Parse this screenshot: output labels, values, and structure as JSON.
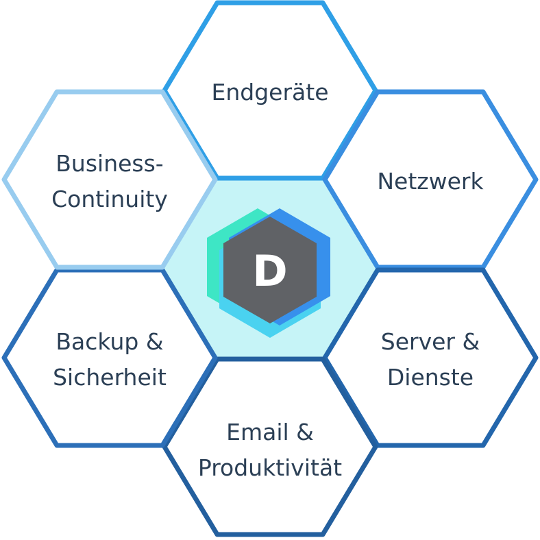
{
  "center": {
    "logo_letter": "D"
  },
  "segments": [
    {
      "id": "endgeraete",
      "lines": [
        "Endgeräte"
      ],
      "color": "#2f9fe6"
    },
    {
      "id": "netzwerk",
      "lines": [
        "Netzwerk"
      ],
      "color": "#3a8ee0"
    },
    {
      "id": "server",
      "lines": [
        "Server &",
        "Dienste"
      ],
      "color": "#2366ac"
    },
    {
      "id": "email",
      "lines": [
        "Email &",
        "Produktivität"
      ],
      "color": "#235f9e"
    },
    {
      "id": "backup",
      "lines": [
        "Backup &",
        "Sicherheit"
      ],
      "color": "#2c6fb8"
    },
    {
      "id": "business",
      "lines": [
        "Business-",
        "Continuity"
      ],
      "color": "#98ccef"
    }
  ]
}
